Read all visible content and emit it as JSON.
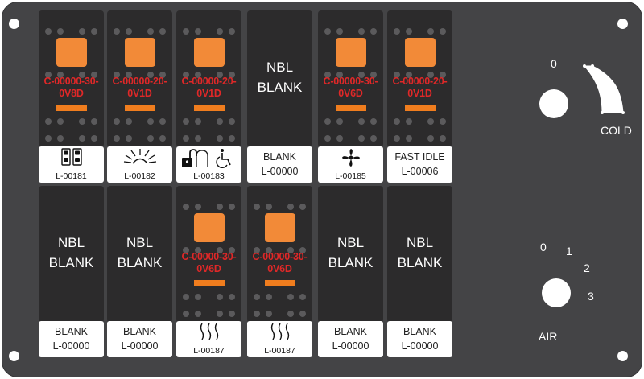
{
  "switches_top": [
    {
      "type": "lit",
      "code_line1": "C-00000-30-",
      "code_line2": "0V8D"
    },
    {
      "type": "lit",
      "code_line1": "C-00000-20-",
      "code_line2": "0V1D"
    },
    {
      "type": "lit",
      "code_line1": "C-00000-20-",
      "code_line2": "0V1D"
    },
    {
      "type": "blank",
      "line1": "NBL",
      "line2": "BLANK"
    },
    {
      "type": "lit",
      "code_line1": "C-00000-30-",
      "code_line2": "0V6D"
    },
    {
      "type": "lit",
      "code_line1": "C-00000-20-",
      "code_line2": "0V1D"
    }
  ],
  "labels_top": [
    {
      "icon": "dual-lamp-icon",
      "code": "L-00181"
    },
    {
      "icon": "work-light-icon",
      "code": "L-00182"
    },
    {
      "icon": "lock-wheelchair-icon",
      "code": "L-00183"
    },
    {
      "line1": "BLANK",
      "code": "L-00000"
    },
    {
      "icon": "fan-icon",
      "code": "L-00185"
    },
    {
      "line1": "FAST IDLE",
      "code": "L-00006"
    }
  ],
  "switches_bottom": [
    {
      "type": "blank",
      "line1": "NBL",
      "line2": "BLANK"
    },
    {
      "type": "blank",
      "line1": "NBL",
      "line2": "BLANK"
    },
    {
      "type": "lit",
      "code_line1": "C-00000-30-",
      "code_line2": "0V6D"
    },
    {
      "type": "lit",
      "code_line1": "C-00000-30-",
      "code_line2": "0V6D"
    },
    {
      "type": "blank",
      "line1": "NBL",
      "line2": "BLANK"
    },
    {
      "type": "blank",
      "line1": "NBL",
      "line2": "BLANK"
    }
  ],
  "labels_bottom": [
    {
      "line1": "BLANK",
      "code": "L-00000"
    },
    {
      "line1": "BLANK",
      "code": "L-00000"
    },
    {
      "icon": "heat-wave-icon",
      "code": "L-00187"
    },
    {
      "icon": "heat-wave-icon",
      "code": "L-00187"
    },
    {
      "line1": "BLANK",
      "code": "L-00000"
    },
    {
      "line1": "BLANK",
      "code": "L-00000"
    }
  ],
  "temp_control": {
    "zero": "0",
    "cold": "COLD"
  },
  "air_control": {
    "p0": "0",
    "p1": "1",
    "p2": "2",
    "p3": "3",
    "label": "AIR"
  },
  "colors": {
    "panel": "#444446",
    "switch": "#2c2b2c",
    "lamp": "#f28a38",
    "code_text": "#e02828"
  }
}
